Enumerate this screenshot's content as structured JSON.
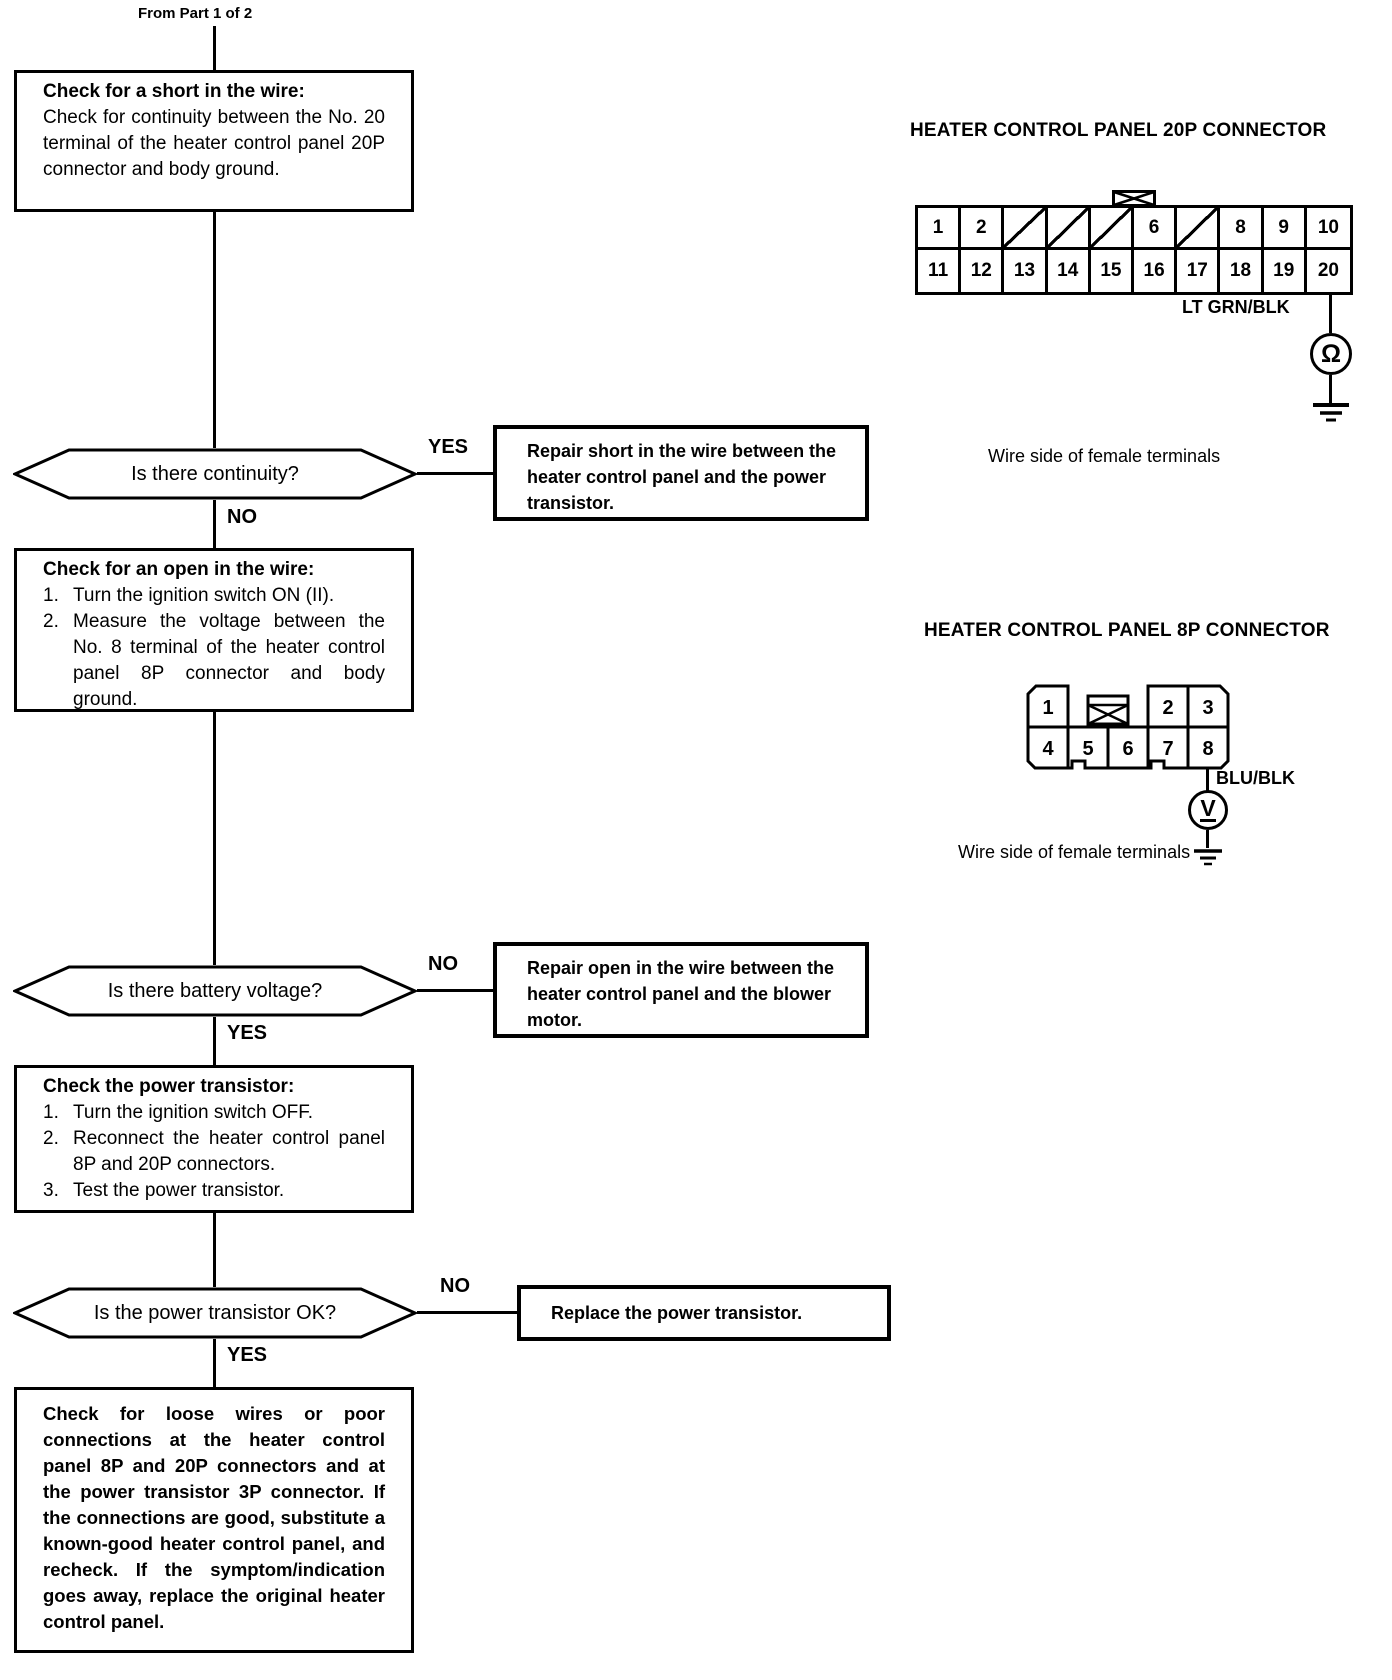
{
  "page": {
    "from_label": "From Part 1 of 2"
  },
  "flow": {
    "check_short": {
      "title": "Check for a short in the wire:",
      "body": "Check for continuity between the No. 20 terminal of the heater control panel 20P connector and body ground."
    },
    "q_continuity": {
      "question": "Is there continuity?",
      "yes": "YES",
      "no": "NO"
    },
    "repair_short": {
      "text": "Repair short in the wire between the heater control panel and the power transistor."
    },
    "check_open": {
      "title": "Check for an open in the wire:",
      "items": [
        {
          "num": "1.",
          "text": "Turn the ignition switch ON (II)."
        },
        {
          "num": "2.",
          "text": "Measure the voltage between the No. 8 terminal of the heater control panel 8P connector and body ground."
        }
      ]
    },
    "q_voltage": {
      "question": "Is there battery voltage?",
      "yes": "YES",
      "no": "NO"
    },
    "repair_open": {
      "text": "Repair open in the wire between the heater control panel and the blower motor."
    },
    "check_transistor": {
      "title": "Check the power transistor:",
      "items": [
        {
          "num": "1.",
          "text": "Turn the ignition switch OFF."
        },
        {
          "num": "2.",
          "text": "Reconnect the heater control panel 8P and 20P connectors."
        },
        {
          "num": "3.",
          "text": "Test the power transistor."
        }
      ]
    },
    "q_transistor": {
      "question": "Is the power transistor OK?",
      "yes": "YES",
      "no": "NO"
    },
    "replace_transistor": {
      "text": "Replace the power transistor."
    },
    "final_check": {
      "text": "Check for loose wires or poor connections at the heater control panel 8P and 20P connectors and at the power transistor 3P connector. If the connections are good, substitute a known-good heater control panel, and recheck. If the symptom/indication goes away, replace the original heater control panel."
    }
  },
  "connector20p": {
    "title": "HEATER CONTROL PANEL 20P CONNECTOR",
    "row1": [
      "1",
      "2",
      "",
      "",
      "",
      "6",
      "",
      "8",
      "9",
      "10"
    ],
    "row2": [
      "11",
      "12",
      "13",
      "14",
      "15",
      "16",
      "17",
      "18",
      "19",
      "20"
    ],
    "wire_label": "LT GRN/BLK",
    "meter": "Ω",
    "caption": "Wire side of female terminals"
  },
  "connector8p": {
    "title": "HEATER CONTROL PANEL 8P CONNECTOR",
    "cells_top": [
      "1",
      "2",
      "3"
    ],
    "cells_bottom": [
      "4",
      "5",
      "6",
      "7",
      "8"
    ],
    "wire_label": "BLU/BLK",
    "meter": "V",
    "caption": "Wire side of female terminals"
  },
  "colors": {
    "ink": "#000000",
    "paper": "#ffffff"
  }
}
